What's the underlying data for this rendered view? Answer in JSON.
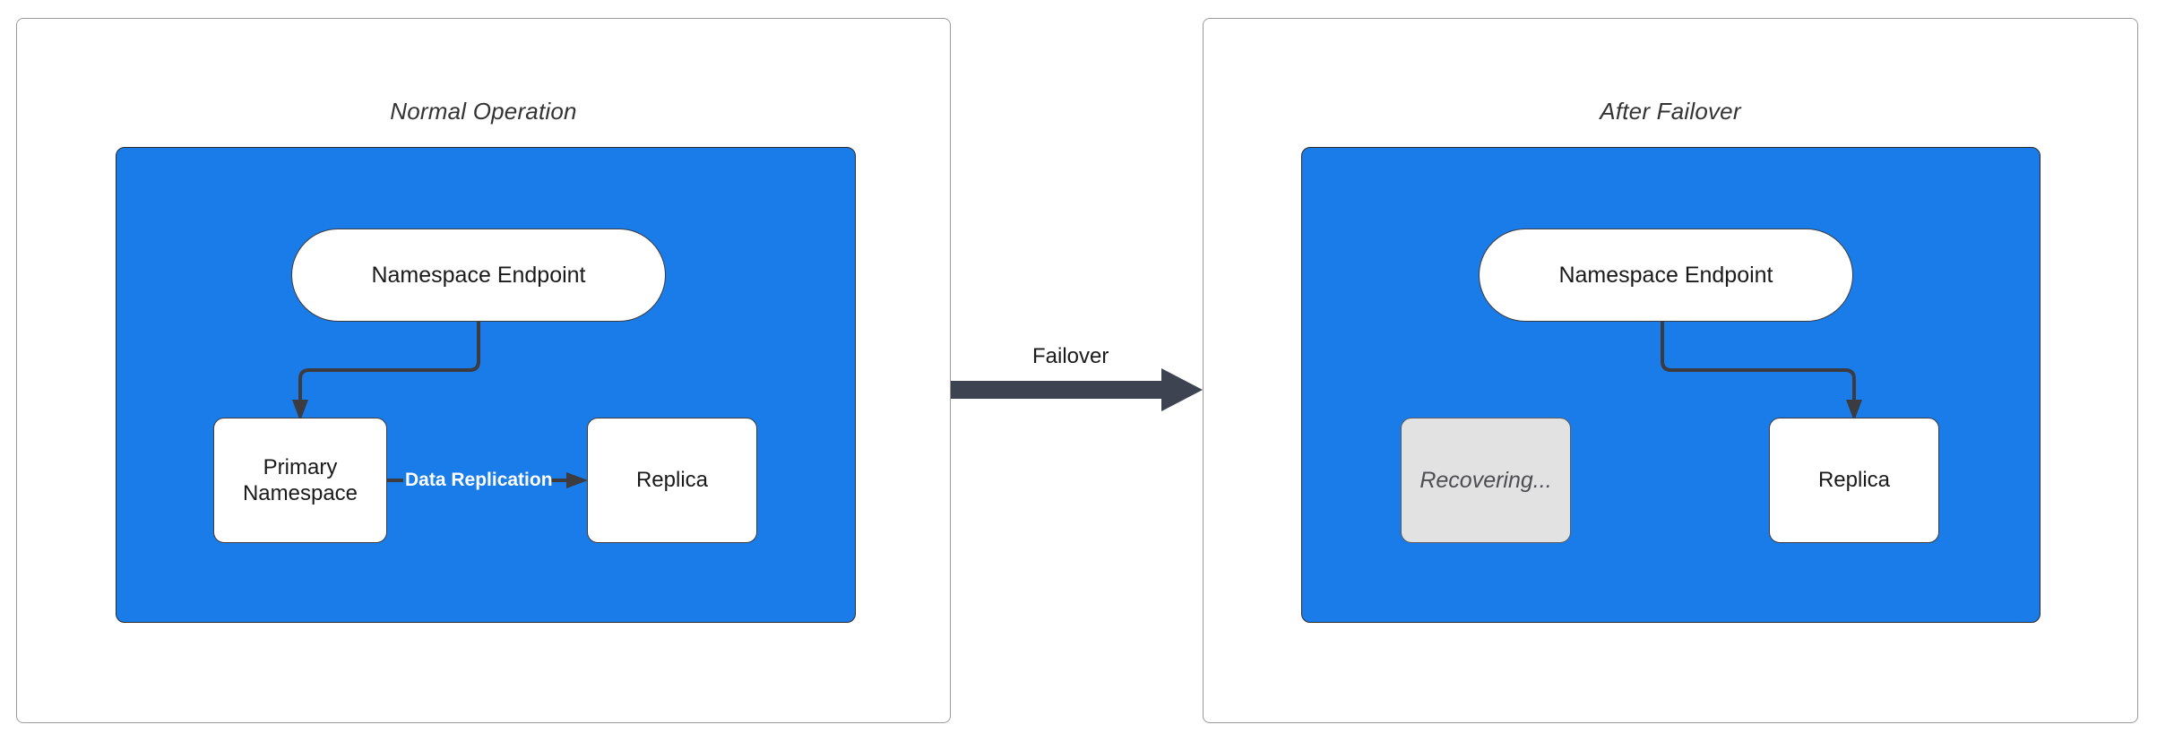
{
  "diagram": {
    "type": "flowchart",
    "panels": [
      {
        "id": "normal-operation",
        "title": "Normal Operation",
        "cluster_color": "#1a7ce8",
        "nodes": [
          {
            "id": "endpoint-left",
            "label": "Namespace Endpoint",
            "shape": "stadium",
            "fill": "#ffffff"
          },
          {
            "id": "primary",
            "label": "Primary\nNamespace",
            "line1": "Primary",
            "line2": "Namespace",
            "shape": "rounded-rect",
            "fill": "#ffffff"
          },
          {
            "id": "replica-left",
            "label": "Replica",
            "shape": "rounded-rect",
            "fill": "#ffffff"
          }
        ],
        "edges": [
          {
            "from": "endpoint-left",
            "to": "primary",
            "label": ""
          },
          {
            "from": "primary",
            "to": "replica-left",
            "label": "Data Replication",
            "label_color": "#ffffff",
            "bold": true
          }
        ]
      },
      {
        "id": "after-failover",
        "title": "After Failover",
        "cluster_color": "#1a7ce8",
        "nodes": [
          {
            "id": "endpoint-right",
            "label": "Namespace Endpoint",
            "shape": "stadium",
            "fill": "#ffffff"
          },
          {
            "id": "recovering",
            "label": "Recovering...",
            "shape": "rounded-rect",
            "fill": "#e2e2e2",
            "italic": true
          },
          {
            "id": "replica-right",
            "label": "Replica",
            "shape": "rounded-rect",
            "fill": "#ffffff"
          }
        ],
        "edges": [
          {
            "from": "endpoint-right",
            "to": "replica-right",
            "label": ""
          }
        ]
      }
    ],
    "transition": {
      "label": "Failover",
      "from_panel": "normal-operation",
      "to_panel": "after-failover",
      "arrow_color": "#3d4350"
    }
  }
}
